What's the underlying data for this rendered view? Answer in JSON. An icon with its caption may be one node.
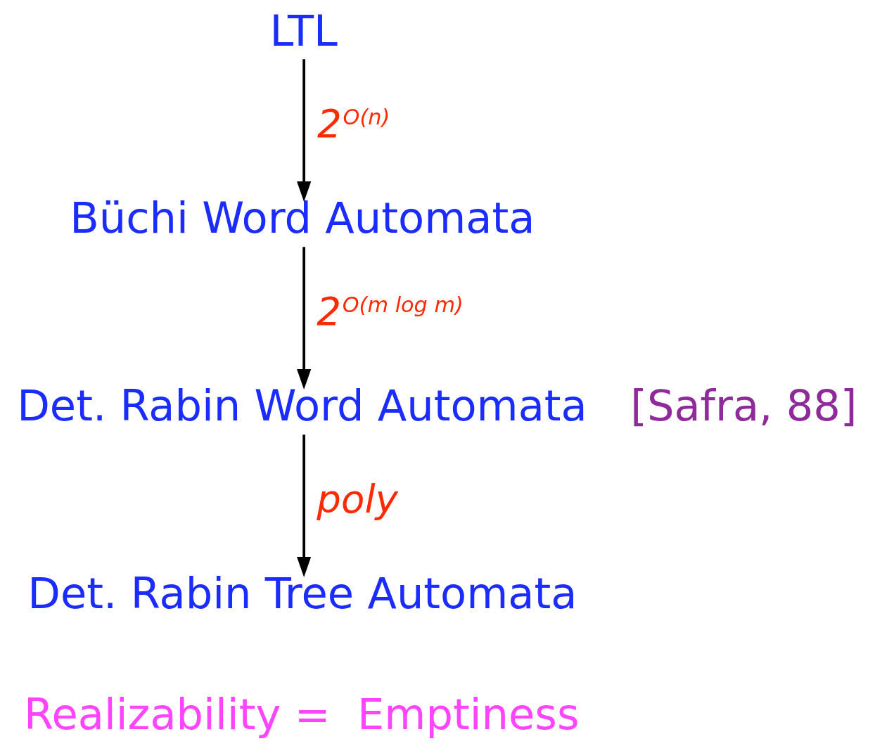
{
  "diagram": {
    "nodes": [
      {
        "text": [
          "LTL"
        ]
      },
      {
        "text": [
          "Büchi Word Automata"
        ]
      },
      {
        "text": [
          "Det. Rabin Word Automata"
        ]
      },
      {
        "text": [
          "Det. Rabin Tree Automata"
        ]
      }
    ],
    "edges": [
      {
        "from": 0,
        "to": 1,
        "arrow": "to",
        "label": "2$^{O(n)}$"
      },
      {
        "from": 1,
        "to": 2,
        "arrow": "to",
        "label": "2$^{O(m log m)}$"
      },
      {
        "from": 2,
        "to": 3,
        "arrow": "to",
        "label": "poly"
      }
    ],
    "labels": [
      "[Safra, 88]",
      "Realizability =  Emptiness"
    ]
  }
}
